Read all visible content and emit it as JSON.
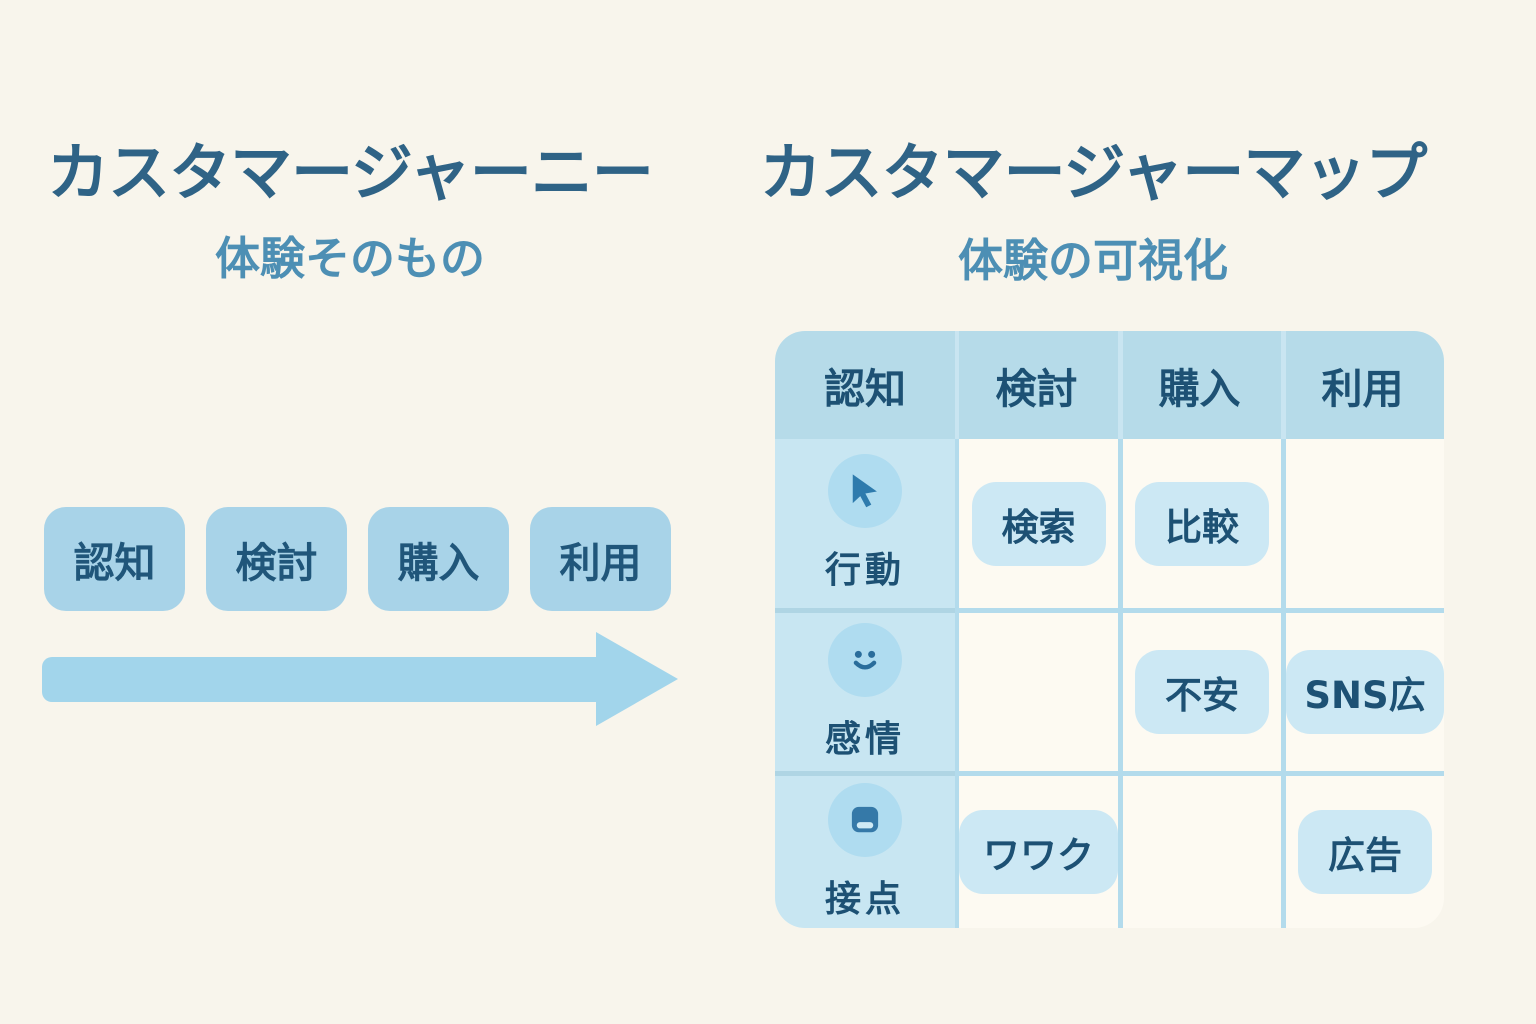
{
  "left": {
    "title": "カスタマージャーニー",
    "subtitle": "体験そのもの",
    "stages": [
      "認知",
      "検討",
      "購入",
      "利用"
    ],
    "arrow": "right-arrow"
  },
  "right": {
    "title": "カスタマージャーマップ",
    "subtitle": "体験の可視化",
    "table": {
      "columns": [
        "認知",
        "検討",
        "購入",
        "利用"
      ],
      "rows": [
        {
          "label": "行動",
          "icon": "cursor-icon",
          "cells": [
            "検索",
            "比較",
            ""
          ]
        },
        {
          "label": "感情",
          "icon": "smiley-icon",
          "cells": [
            "",
            "不安",
            "SNS広"
          ]
        },
        {
          "label": "接点",
          "icon": "device-icon",
          "cells": [
            "ワワク",
            "",
            "広告"
          ]
        }
      ]
    }
  },
  "colors": {
    "background": "#f8f5ec",
    "title_text": "#2f6386",
    "subtitle_text": "#4d8fb4",
    "stage_box": "#a8d3e8",
    "arrow": "#a2d5eb",
    "table_header": "#b6dbe9",
    "label_column": "#c8e6f2",
    "chip": "#cce8f4",
    "icon_circle": "#afdcf0",
    "cell_background": "#fdfaf2",
    "grid_line": "#b3dbec",
    "dark_text": "#1d5174"
  }
}
